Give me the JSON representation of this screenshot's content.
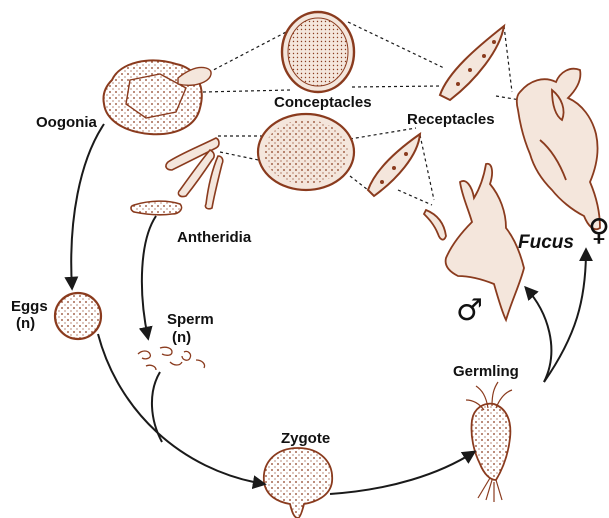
{
  "labels": {
    "oogonia": "Oogonia",
    "conceptacles": "Conceptacles",
    "receptacles": "Receptacles",
    "antheridia": "Antheridia",
    "eggs": "Eggs",
    "eggs_ploidy": "(n)",
    "sperm": "Sperm",
    "sperm_ploidy": "(n)",
    "zygote": "Zygote",
    "germling": "Germling",
    "fucus": "Fucus",
    "male_symbol": "♂",
    "female_symbol": "♀"
  },
  "colors": {
    "illustration_fill": "#f4e6dc",
    "illustration_stroke": "#8a3b1e",
    "arrow": "#1a1a1a"
  }
}
